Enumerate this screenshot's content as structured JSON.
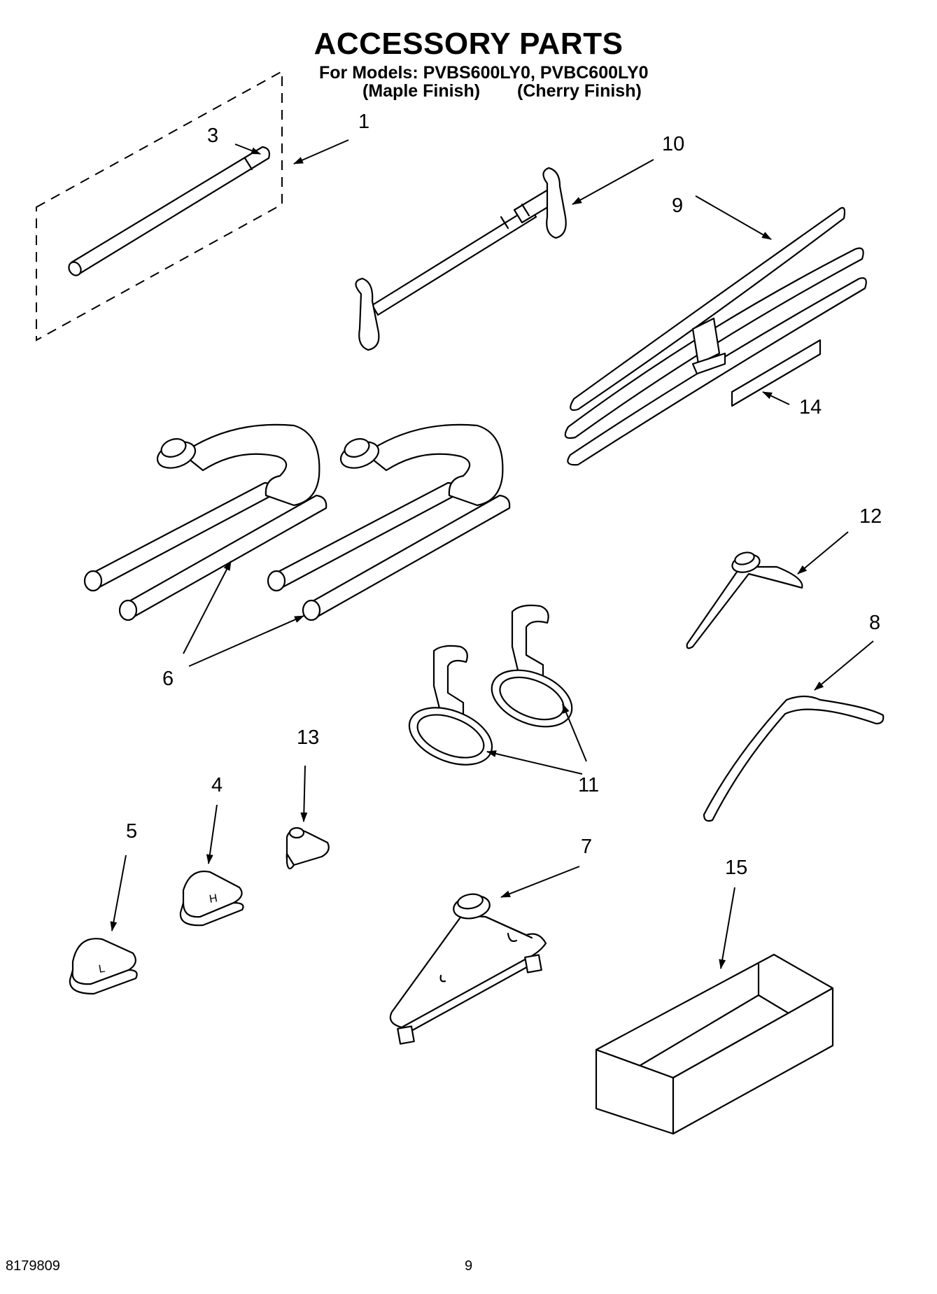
{
  "header": {
    "title": "ACCESSORY PARTS",
    "models_line": "For Models: PVBS600LY0, PVBC600LY0",
    "finish_maple": "(Maple Finish)",
    "finish_cherry": "(Cherry Finish)"
  },
  "callouts": {
    "n1": "1",
    "n3": "3",
    "n10": "10",
    "n9": "9",
    "n14": "14",
    "n12": "12",
    "n8": "8",
    "n6": "6",
    "n13": "13",
    "n4": "4",
    "n5": "5",
    "n11": "11",
    "n7": "7",
    "n15": "15"
  },
  "footer": {
    "doc_number": "8179809",
    "page_number": "9"
  }
}
